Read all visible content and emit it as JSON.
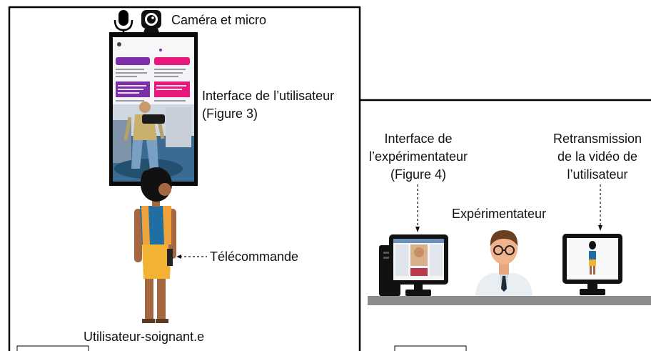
{
  "labels": {
    "camera_micro": "Caméra et micro",
    "user_interface": [
      "Interface de l’utilisateur",
      "(Figure 3)"
    ],
    "remote": "Télécommande",
    "user_caregiver": "Utilisateur-soignant.e",
    "experimenter_interface": [
      "Interface de",
      "l’expérimentateur",
      "(Figure 4)"
    ],
    "experimenter": "Expérimentateur",
    "video_relay": [
      "Retransmission",
      "de la vidéo de",
      "l’utilisateur"
    ]
  },
  "icons": {
    "microphone": "microphone-icon",
    "camera": "camera-icon"
  },
  "colors": {
    "outline": "#000000",
    "screen_bezel": "#0a0a0a",
    "purple": "#7b2fa8",
    "pink": "#e8197d",
    "room_floor": "#2f5e86",
    "desk": "#8c8c8c",
    "shirt_blue": "#1f6fa3",
    "skirt_yellow": "#f2b233",
    "skin": "#a5673f"
  }
}
